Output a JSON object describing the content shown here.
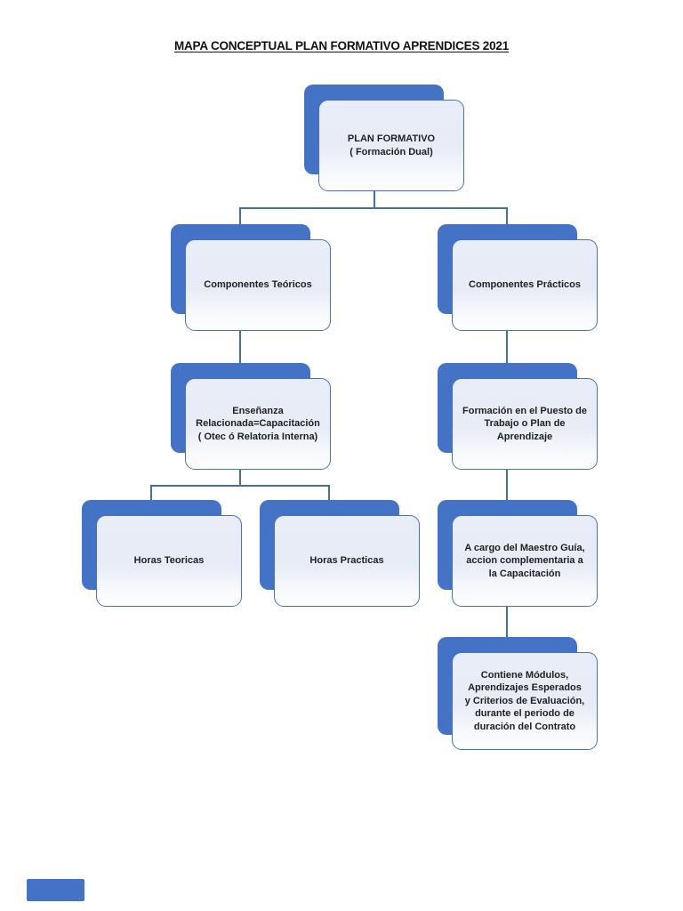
{
  "title": "MAPA CONCEPTUAL PLAN FORMATIVO APRENDICES 2021",
  "colors": {
    "accent_blue": "#4472C4",
    "box_fill": "#E9EDF7",
    "box_border": "#4472C4",
    "connector": "#41719C",
    "text": "#1F1F1F"
  },
  "diagram": {
    "nodes": {
      "root": {
        "label": "PLAN FORMATIVO\n( Formación Dual)"
      },
      "componentes_teoricos": {
        "label": "Componentes Teóricos"
      },
      "componentes_practicos": {
        "label": "Componentes Prácticos"
      },
      "ensenanza": {
        "label": "Enseñanza\nRelacionada=Capacitación\n( Otec ó Relatoria Interna)"
      },
      "formacion_puesto": {
        "label": "Formación en el Puesto de\nTrabajo o Plan de\nAprendizaje"
      },
      "horas_teoricas": {
        "label": "Horas Teoricas"
      },
      "horas_practicas": {
        "label": "Horas Practicas"
      },
      "a_cargo": {
        "label": "A cargo del Maestro Guía,\naccion complementaria a\nla Capacitación"
      },
      "contiene": {
        "label": "Contiene Módulos,\nAprendizajes Esperados\ny Criterios de Evaluación,\ndurante el periodo de\nduración del Contrato"
      }
    }
  }
}
